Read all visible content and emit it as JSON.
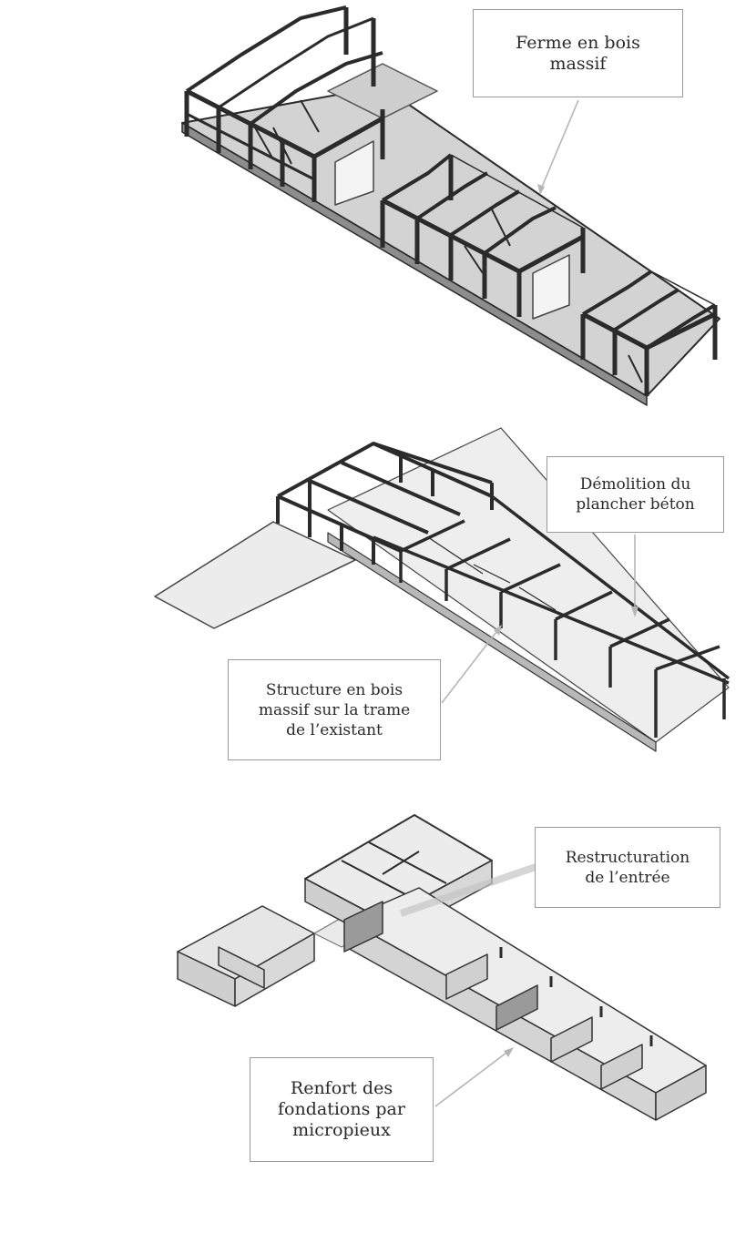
{
  "labels": {
    "ferme": "Ferme en bois\nmassif",
    "demolition": "Démolition du\nplancher béton",
    "structure": "Structure en bois\nmassif sur la trame\nde l’existant",
    "restructuration": "Restructuration\nde l’entrée",
    "renfort": "Renfort des\nfondations par\nmicropieux"
  },
  "colors": {
    "ink": "#2b2b2b",
    "slab": "#d6d6d6",
    "slab_light": "#ececec",
    "wall": "#c9c9c9",
    "leader": "#b5b5b5"
  }
}
